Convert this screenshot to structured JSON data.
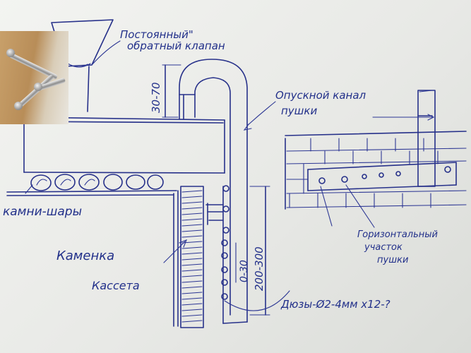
{
  "labels": {
    "check_valve_line1": "Постоянный\"",
    "check_valve_line2": "обратный клапан",
    "dim_30_70": "30-70",
    "descending_channel_line1": "Опускной канал",
    "descending_channel_line2": "пушки",
    "balls": "камни-шары",
    "stove": "Каменка",
    "cassette": "Кассета",
    "dim_0_30": "0-30",
    "dim_200_300": "200-300",
    "horizontal_line1": "Горизонтальный",
    "horizontal_line2": "участок",
    "horizontal_line3": "пушки",
    "nozzles": "Дюзы-Ø2-4мм x12-?"
  },
  "colors": {
    "ink": "#27318a",
    "paper": "#eeefec"
  },
  "photo_inset": {
    "depicts": "three metal bolts on wooden surface"
  }
}
